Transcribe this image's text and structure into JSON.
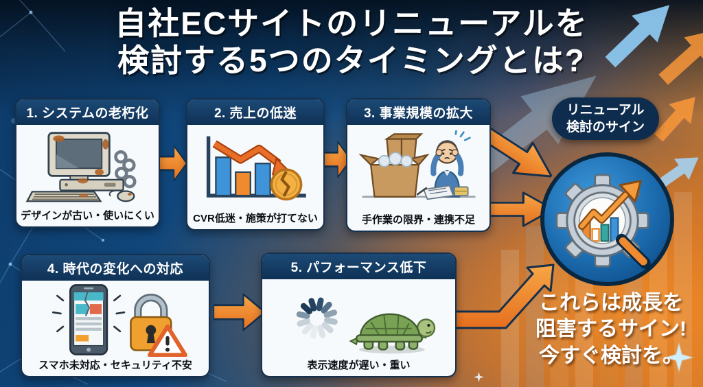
{
  "title": {
    "line1": "自社ECサイトのリニューアルを",
    "line2": "検討する5つのタイミングとは?"
  },
  "cards": [
    {
      "header": "1. システムの老朽化",
      "caption": "デザインが古い・使いにくい",
      "icon": "old-computer-chain-icon"
    },
    {
      "header": "2. 売上の低迷",
      "caption": "CVR低迷・施策が打てない",
      "icon": "declining-chart-broken-coin-icon"
    },
    {
      "header": "3. 事業規模の拡大",
      "caption": "手作業の限界・連携不足",
      "icon": "boxes-stressed-person-icon"
    },
    {
      "header": "4. 時代の変化への対応",
      "caption": "スマホ未対応・セキュリティ不安",
      "icon": "broken-phone-security-lock-icon"
    },
    {
      "header": "5. パフォーマンス低下",
      "caption": "表示速度が遅い・重い",
      "icon": "loading-spinner-turtle-icon"
    }
  ],
  "badge": {
    "line1": "リニューアル",
    "line2": "検討のサイン"
  },
  "result_icon": "gear-magnifier-growth-chart-icon",
  "conclusion": {
    "line1": "これらは成長を",
    "line2": "阻害するサイン!",
    "line3": "今すぐ検討を。"
  },
  "colors": {
    "accent_orange": "#ef8a2f",
    "deep_navy": "#0e2c4d",
    "card_header_navy": "#123a60",
    "panel_white": "#f7fafc",
    "result_circle_blue": "#1b6bae",
    "background_blue": "#11497e",
    "background_orange": "#e08a30",
    "caption_black": "#0b1015"
  }
}
